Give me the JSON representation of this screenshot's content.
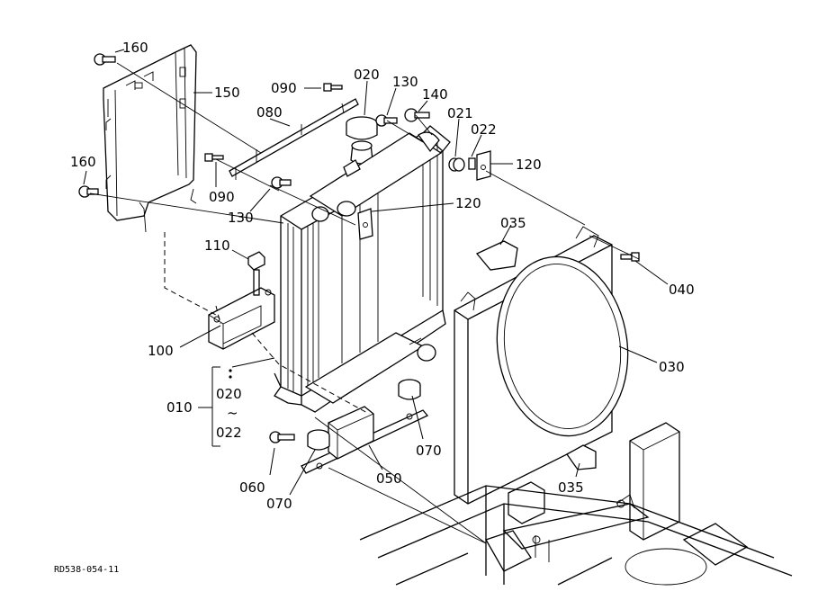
{
  "reference_code": "RD538-054-11",
  "tilde": "~",
  "callouts": {
    "c160a": "160",
    "c150": "150",
    "c090a": "090",
    "c080": "080",
    "c020a": "020",
    "c130a": "130",
    "c140": "140",
    "c021a": "021",
    "c022a": "022",
    "c120a": "120",
    "c160b": "160",
    "c090b": "090",
    "c130b": "130",
    "c120b": "120",
    "c035a": "035",
    "c040": "040",
    "c110": "110",
    "c100": "100",
    "c030": "030",
    "c010": "010",
    "c020b": "020",
    "c022b": "022",
    "c070a": "070",
    "c060": "060",
    "c070b": "070",
    "c050": "050",
    "c035b": "035"
  }
}
